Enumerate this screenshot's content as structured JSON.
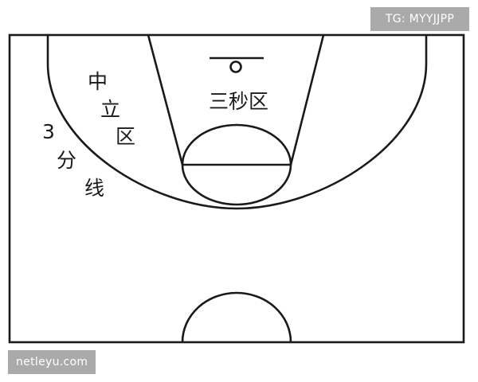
{
  "diagram": {
    "three_second_area_label": "三秒区",
    "midrange_area_label": [
      "中",
      "立",
      "区"
    ],
    "three_point_line_label": [
      "3",
      "分",
      "线"
    ]
  },
  "watermarks": {
    "telegram": "TG: MYYJJPP",
    "site": "netleyu.com"
  },
  "colors": {
    "lines": "#1a1a1a",
    "background": "#ffffff",
    "watermark_bg": "#aaaaaa",
    "watermark_text": "#ffffff"
  }
}
